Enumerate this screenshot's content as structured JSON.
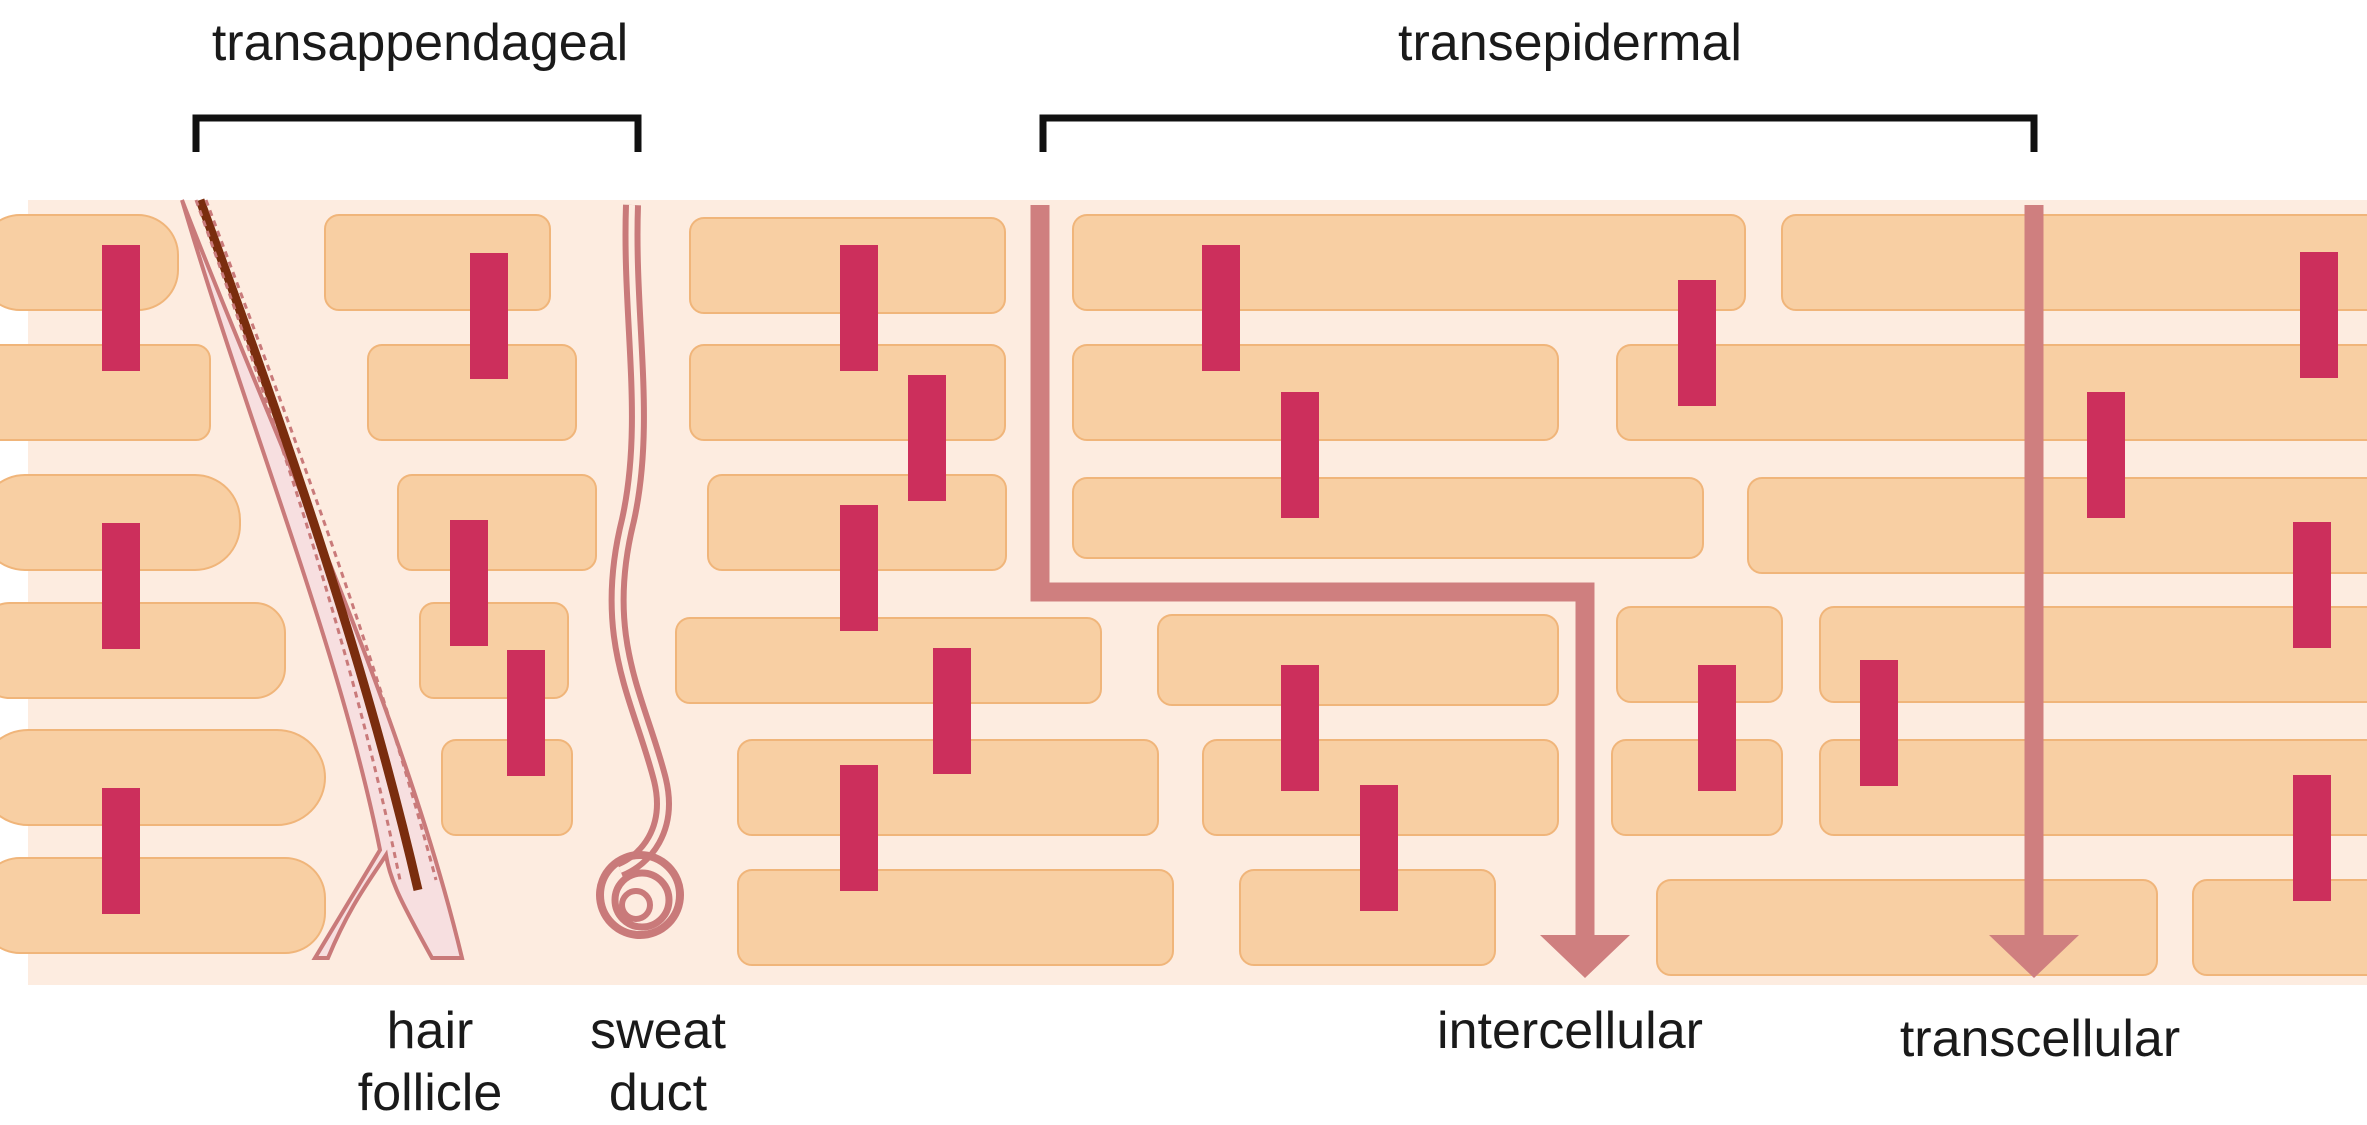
{
  "labels": {
    "transappendageal": "transappendageal",
    "transepidermal": "transepidermal",
    "hair_follicle_line1": "hair",
    "hair_follicle_line2": "follicle",
    "sweat_duct_line1": "sweat",
    "sweat_duct_line2": "duct",
    "intercellular": "intercellular",
    "transcellular": "transcellular"
  },
  "colors": {
    "matrix": "#fdece0",
    "corneocyte_fill": "#f8cfa3",
    "corneocyte_stroke": "#f0b57a",
    "desmosome": "#cc2f5c",
    "pathway": "#cf7f7f",
    "bracket": "#111111",
    "hair_shaft": "#7a2d0e"
  },
  "icons": {
    "hair_follicle": "hair-follicle-illustration",
    "sweat_duct": "sweat-duct-illustration"
  }
}
